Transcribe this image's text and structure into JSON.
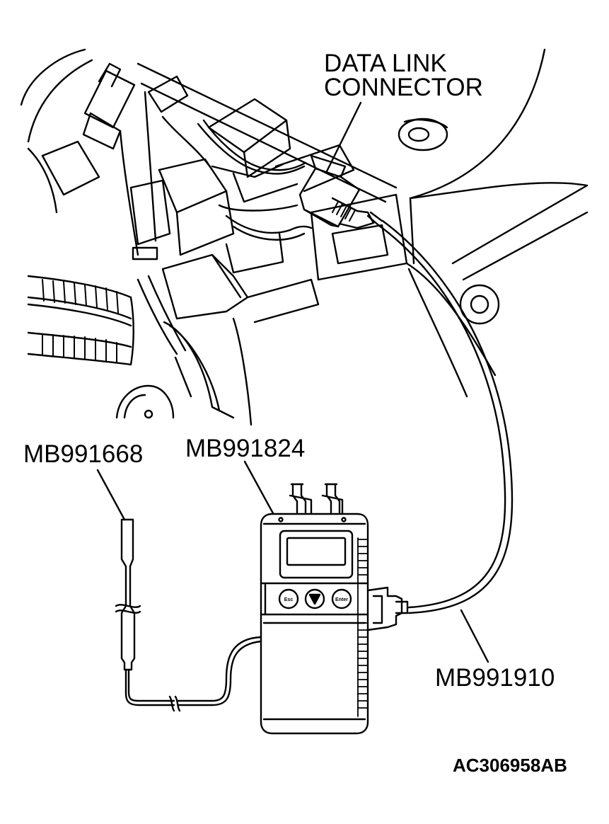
{
  "labels": {
    "data_link_connector_line1": "DATA LINK",
    "data_link_connector_line2": "CONNECTOR",
    "adapter": "MB991668",
    "tester": "MB991824",
    "cable": "MB991910",
    "figure_id": "AC306958AB"
  },
  "tester_buttons": {
    "esc": "Esc",
    "enter": "Enter"
  }
}
